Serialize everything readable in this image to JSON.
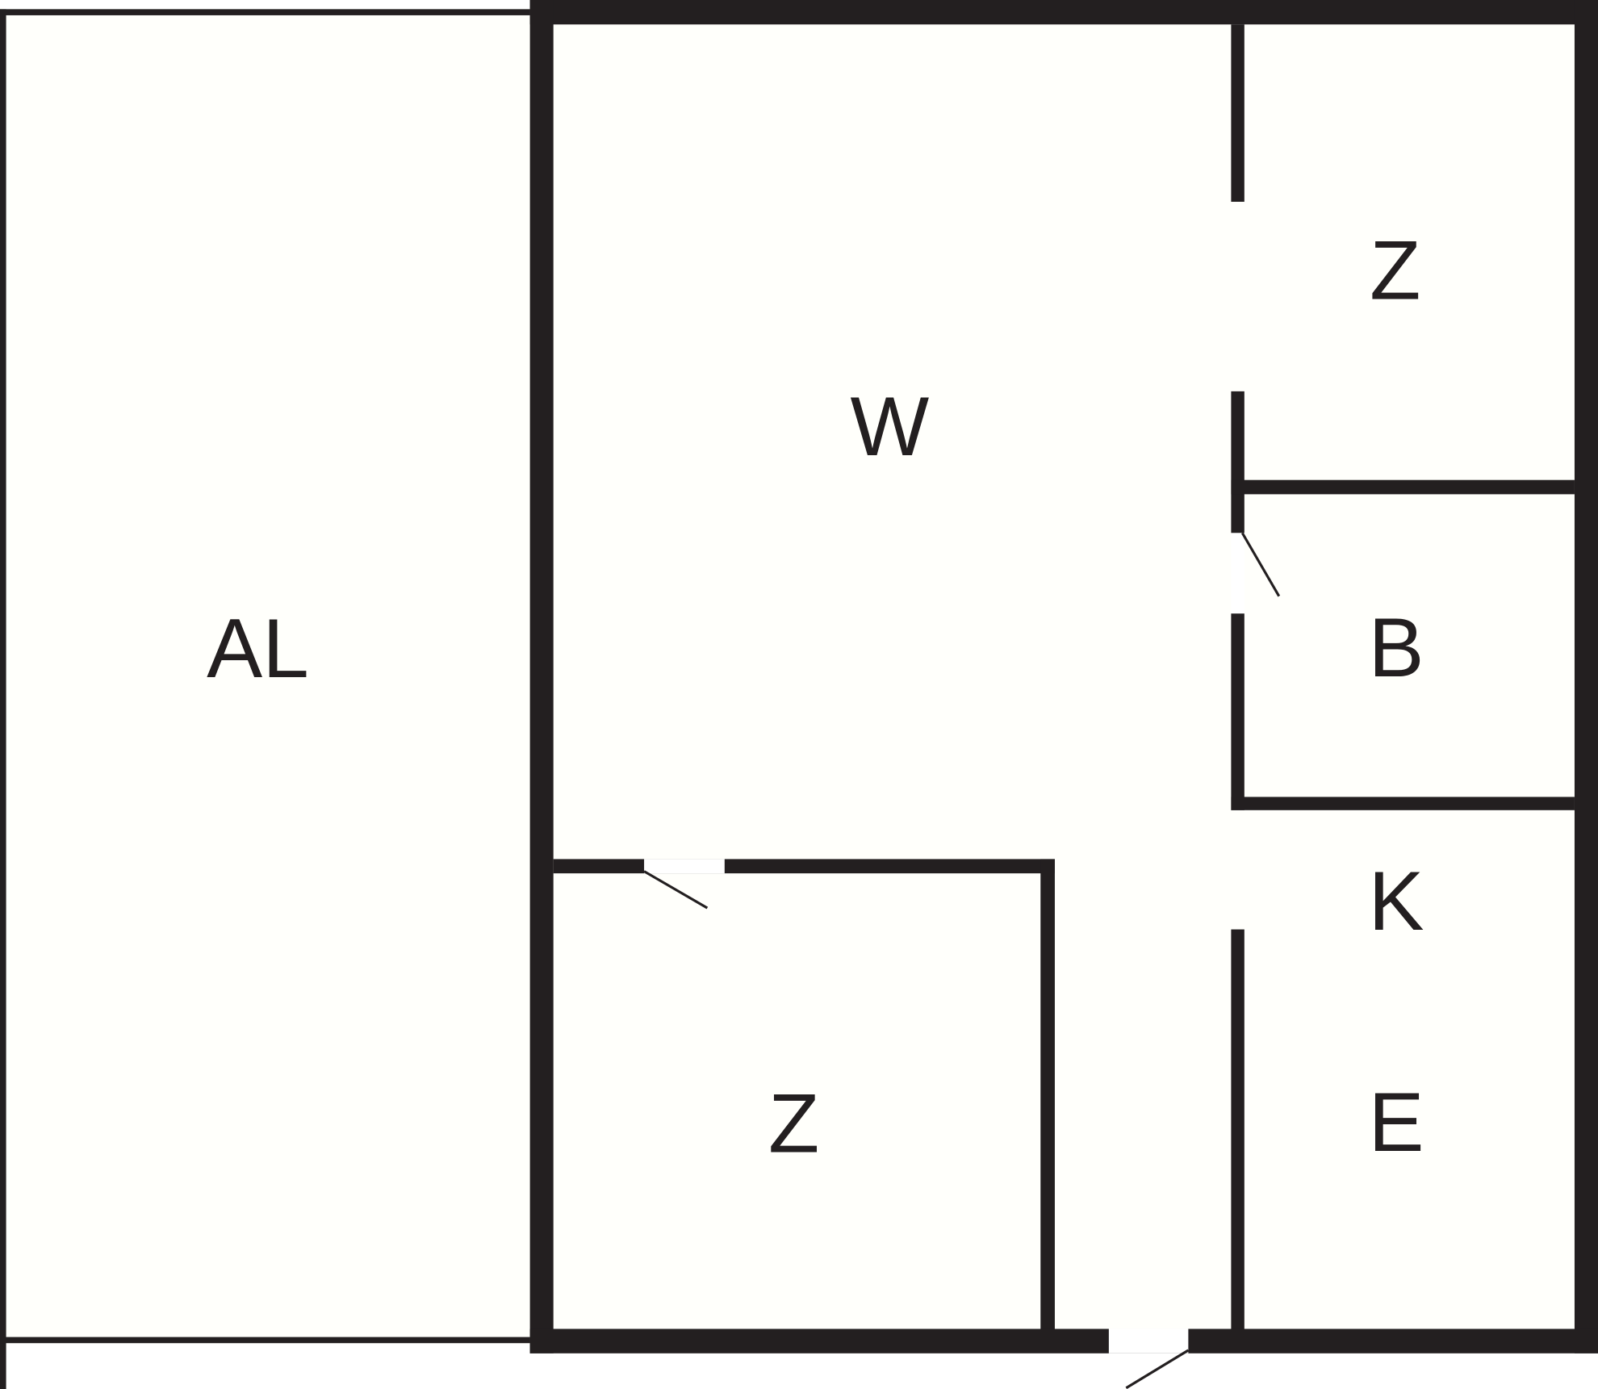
{
  "plan": {
    "colors": {
      "wall": "#231f20",
      "floor": "#fffffb",
      "opening": "#ffffff"
    },
    "rooms": [
      {
        "id": "balcony",
        "label": "AL"
      },
      {
        "id": "living",
        "label": "W"
      },
      {
        "id": "room-top-right",
        "label": "Z"
      },
      {
        "id": "bathroom",
        "label": "B"
      },
      {
        "id": "kitchen-k",
        "label": "K"
      },
      {
        "id": "kitchen-e",
        "label": "E"
      },
      {
        "id": "room-bottom",
        "label": "Z"
      }
    ]
  }
}
